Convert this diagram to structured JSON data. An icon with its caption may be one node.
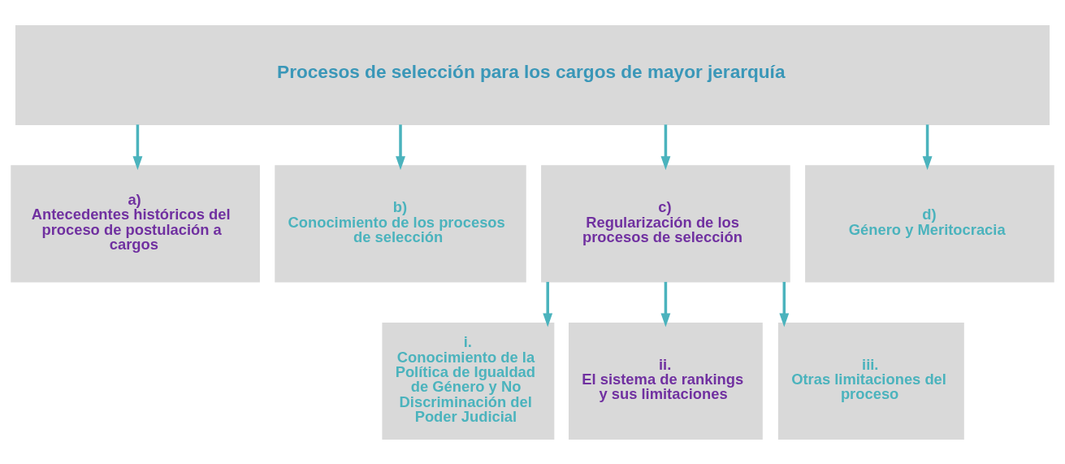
{
  "diagram": {
    "nodes": [
      {
        "text": [
          "Procesos de selección para los cargos de mayor jerarquía"
        ]
      },
      {
        "text": [
          "a)",
          "Antecedentes históricos del proceso de postulación a cargos"
        ]
      },
      {
        "text": [
          "b)",
          "Conocimiento de los procesos de selección"
        ]
      },
      {
        "text": [
          "c)",
          "Regularización de los procesos de selección"
        ]
      },
      {
        "text": [
          "d)",
          "Género y Meritocracia"
        ]
      },
      {
        "text": [
          "i.",
          "Conocimiento de la Política de Igualdad de Género y No Discriminación del Poder Judicial"
        ]
      },
      {
        "text": [
          "ii.",
          "El sistema de rankings y sus limitaciones"
        ]
      },
      {
        "text": [
          "iii.",
          "Otras limitaciones del proceso"
        ]
      }
    ],
    "edges": [
      {
        "from": 0,
        "to": 1,
        "arrow": "to"
      },
      {
        "from": 0,
        "to": 2,
        "arrow": "to"
      },
      {
        "from": 0,
        "to": 3,
        "arrow": "to"
      },
      {
        "from": 0,
        "to": 4,
        "arrow": "to"
      },
      {
        "from": 3,
        "to": 5,
        "arrow": "to"
      },
      {
        "from": 3,
        "to": 6,
        "arrow": "to"
      },
      {
        "from": 3,
        "to": 7,
        "arrow": "to"
      }
    ]
  }
}
